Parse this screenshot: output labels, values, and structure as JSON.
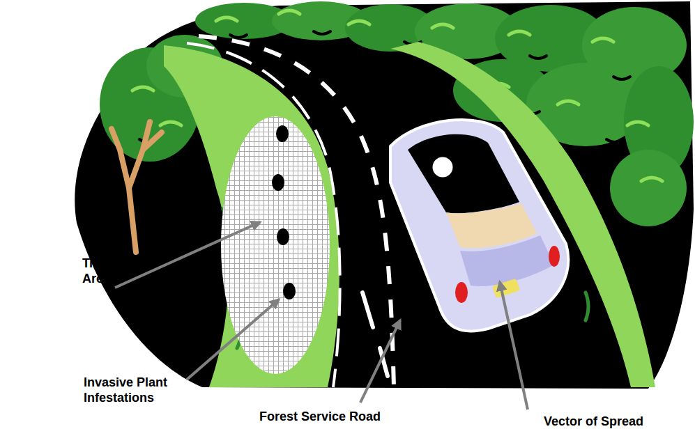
{
  "diagram": {
    "labels": [
      "Treatment Area",
      "Invasive Plant Infestations",
      "Forest Service Road",
      "Vector of Spread"
    ]
  }
}
